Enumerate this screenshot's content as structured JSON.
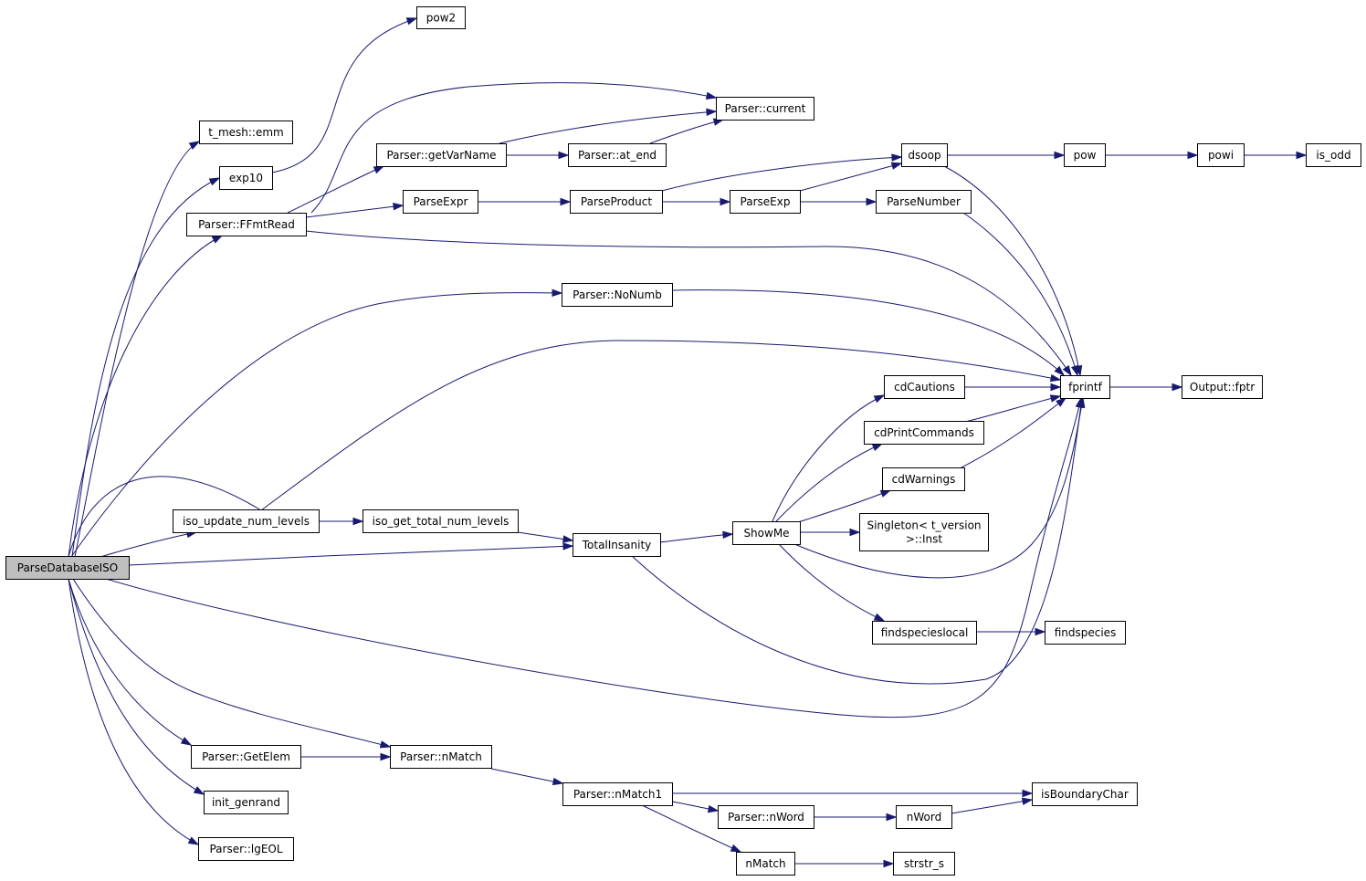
{
  "graph": {
    "nodes": [
      {
        "id": "ParseDatabaseISO",
        "lines": [
          "ParseDatabaseISO"
        ],
        "root": true
      },
      {
        "id": "pow2",
        "lines": [
          "pow2"
        ]
      },
      {
        "id": "t_mesh_emm",
        "lines": [
          "t_mesh::emm"
        ]
      },
      {
        "id": "exp10",
        "lines": [
          "exp10"
        ]
      },
      {
        "id": "Parser_FFmtRead",
        "lines": [
          "Parser::FFmtRead"
        ]
      },
      {
        "id": "Parser_getVarName",
        "lines": [
          "Parser::getVarName"
        ]
      },
      {
        "id": "Parser_current",
        "lines": [
          "Parser::current"
        ]
      },
      {
        "id": "Parser_at_end",
        "lines": [
          "Parser::at_end"
        ]
      },
      {
        "id": "ParseExpr",
        "lines": [
          "ParseExpr"
        ]
      },
      {
        "id": "ParseProduct",
        "lines": [
          "ParseProduct"
        ]
      },
      {
        "id": "dsoop",
        "lines": [
          "dsoop"
        ]
      },
      {
        "id": "ParseExp",
        "lines": [
          "ParseExp"
        ]
      },
      {
        "id": "ParseNumber",
        "lines": [
          "ParseNumber"
        ]
      },
      {
        "id": "pow",
        "lines": [
          "pow"
        ]
      },
      {
        "id": "powi",
        "lines": [
          "powi"
        ]
      },
      {
        "id": "is_odd",
        "lines": [
          "is_odd"
        ]
      },
      {
        "id": "Parser_NoNumb",
        "lines": [
          "Parser::NoNumb"
        ]
      },
      {
        "id": "fprintf",
        "lines": [
          "fprintf"
        ]
      },
      {
        "id": "Output_fptr",
        "lines": [
          "Output::fptr"
        ]
      },
      {
        "id": "cdCautions",
        "lines": [
          "cdCautions"
        ]
      },
      {
        "id": "cdPrintCommands",
        "lines": [
          "cdPrintCommands"
        ]
      },
      {
        "id": "cdWarnings",
        "lines": [
          "cdWarnings"
        ]
      },
      {
        "id": "Singleton_Inst",
        "lines": [
          "Singleton< t_version",
          ">::Inst"
        ]
      },
      {
        "id": "iso_update_num_levels",
        "lines": [
          "iso_update_num_levels"
        ]
      },
      {
        "id": "iso_get_total_num_levels",
        "lines": [
          "iso_get_total_num_levels"
        ]
      },
      {
        "id": "TotalInsanity",
        "lines": [
          "TotalInsanity"
        ]
      },
      {
        "id": "ShowMe",
        "lines": [
          "ShowMe"
        ]
      },
      {
        "id": "findspecieslocal",
        "lines": [
          "findspecieslocal"
        ]
      },
      {
        "id": "findspecies",
        "lines": [
          "findspecies"
        ]
      },
      {
        "id": "Parser_GetElem",
        "lines": [
          "Parser::GetElem"
        ]
      },
      {
        "id": "Parser_nMatch",
        "lines": [
          "Parser::nMatch"
        ]
      },
      {
        "id": "Parser_nMatch1",
        "lines": [
          "Parser::nMatch1"
        ]
      },
      {
        "id": "isBoundaryChar",
        "lines": [
          "isBoundaryChar"
        ]
      },
      {
        "id": "init_genrand",
        "lines": [
          "init_genrand"
        ]
      },
      {
        "id": "Parser_nWord",
        "lines": [
          "Parser::nWord"
        ]
      },
      {
        "id": "nWord",
        "lines": [
          "nWord"
        ]
      },
      {
        "id": "Parser_lgEOL",
        "lines": [
          "Parser::lgEOL"
        ]
      },
      {
        "id": "nMatch",
        "lines": [
          "nMatch"
        ]
      },
      {
        "id": "strstr_s",
        "lines": [
          "strstr_s"
        ]
      }
    ],
    "edges": [
      [
        "ParseDatabaseISO",
        "t_mesh_emm"
      ],
      [
        "ParseDatabaseISO",
        "exp10"
      ],
      [
        "ParseDatabaseISO",
        "Parser_FFmtRead"
      ],
      [
        "ParseDatabaseISO",
        "Parser_NoNumb"
      ],
      [
        "ParseDatabaseISO",
        "fprintf"
      ],
      [
        "ParseDatabaseISO",
        "iso_update_num_levels"
      ],
      [
        "ParseDatabaseISO",
        "TotalInsanity"
      ],
      [
        "ParseDatabaseISO",
        "Parser_GetElem"
      ],
      [
        "ParseDatabaseISO",
        "Parser_nMatch"
      ],
      [
        "ParseDatabaseISO",
        "init_genrand"
      ],
      [
        "ParseDatabaseISO",
        "Parser_lgEOL"
      ],
      [
        "exp10",
        "pow2"
      ],
      [
        "Parser_FFmtRead",
        "Parser_current"
      ],
      [
        "Parser_FFmtRead",
        "Parser_getVarName"
      ],
      [
        "Parser_FFmtRead",
        "ParseExpr"
      ],
      [
        "Parser_FFmtRead",
        "fprintf"
      ],
      [
        "Parser_getVarName",
        "Parser_current"
      ],
      [
        "Parser_getVarName",
        "Parser_at_end"
      ],
      [
        "Parser_at_end",
        "Parser_current"
      ],
      [
        "ParseExpr",
        "ParseProduct"
      ],
      [
        "ParseProduct",
        "dsoop"
      ],
      [
        "ParseProduct",
        "ParseExp"
      ],
      [
        "ParseExp",
        "dsoop"
      ],
      [
        "ParseExp",
        "ParseNumber"
      ],
      [
        "ParseNumber",
        "fprintf"
      ],
      [
        "dsoop",
        "pow"
      ],
      [
        "dsoop",
        "fprintf"
      ],
      [
        "pow",
        "powi"
      ],
      [
        "powi",
        "is_odd"
      ],
      [
        "Parser_NoNumb",
        "fprintf"
      ],
      [
        "fprintf",
        "Output_fptr"
      ],
      [
        "cdCautions",
        "fprintf"
      ],
      [
        "cdPrintCommands",
        "fprintf"
      ],
      [
        "cdWarnings",
        "fprintf"
      ],
      [
        "iso_update_num_levels",
        "fprintf"
      ],
      [
        "iso_update_num_levels",
        "iso_get_total_num_levels"
      ],
      [
        "iso_get_total_num_levels",
        "TotalInsanity"
      ],
      [
        "TotalInsanity",
        "ShowMe"
      ],
      [
        "TotalInsanity",
        "fprintf"
      ],
      [
        "ShowMe",
        "cdCautions"
      ],
      [
        "ShowMe",
        "cdPrintCommands"
      ],
      [
        "ShowMe",
        "cdWarnings"
      ],
      [
        "ShowMe",
        "Singleton_Inst"
      ],
      [
        "ShowMe",
        "fprintf"
      ],
      [
        "ShowMe",
        "findspecieslocal"
      ],
      [
        "findspecieslocal",
        "findspecies"
      ],
      [
        "Parser_GetElem",
        "Parser_nMatch"
      ],
      [
        "Parser_nMatch",
        "Parser_nMatch1"
      ],
      [
        "Parser_nMatch1",
        "isBoundaryChar"
      ],
      [
        "Parser_nMatch1",
        "Parser_nWord"
      ],
      [
        "Parser_nMatch1",
        "nMatch"
      ],
      [
        "Parser_nWord",
        "nWord"
      ],
      [
        "nWord",
        "isBoundaryChar"
      ],
      [
        "nMatch",
        "strstr_s"
      ]
    ]
  }
}
